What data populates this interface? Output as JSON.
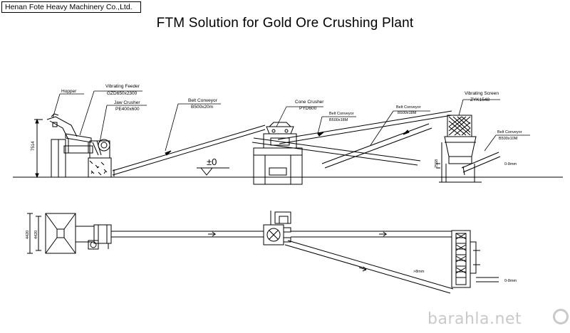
{
  "company": "Henan Fote Heavy Machinery Co.,Ltd.",
  "title": "FTM Solution for Gold Ore Crushing Plant",
  "labels": {
    "hopper": "Hopper",
    "vibrating_feeder": "Vibrating Feeder",
    "vibrating_feeder_model": "GZD650x2300",
    "jaw_crusher": "Jaw Crusher",
    "jaw_crusher_model": "PE400x600",
    "belt_conveyor_1": "Belt Conveyor",
    "belt_conveyor_1_model": "B500x20m",
    "cone_crusher": "Cone Crusher",
    "cone_crusher_model": "PYD600",
    "belt_conveyor_2": "Belt Conveyor",
    "belt_conveyor_2_model": "B500x18M",
    "belt_conveyor_3": "Belt Conveyor",
    "belt_conveyor_3_model": "B500x18M",
    "vibrating_screen": "Vibrating Screen",
    "vibrating_screen_model": "ZYK1548",
    "belt_conveyor_4": "Belt Conveyor",
    "belt_conveyor_4_model": "B500x10M",
    "ground_level": "±0",
    "height_dim": "7514",
    "screen_height_dim": "7558",
    "output_side": "0-8mm",
    "plan_width_outer": "4420",
    "plan_width_inner": "4420",
    "oversize_label": ">8mm",
    "output_plan": "0-8mm"
  },
  "watermark": "barahla.net",
  "colors": {
    "line": "#000000",
    "watermark": "#c9c9c9"
  }
}
